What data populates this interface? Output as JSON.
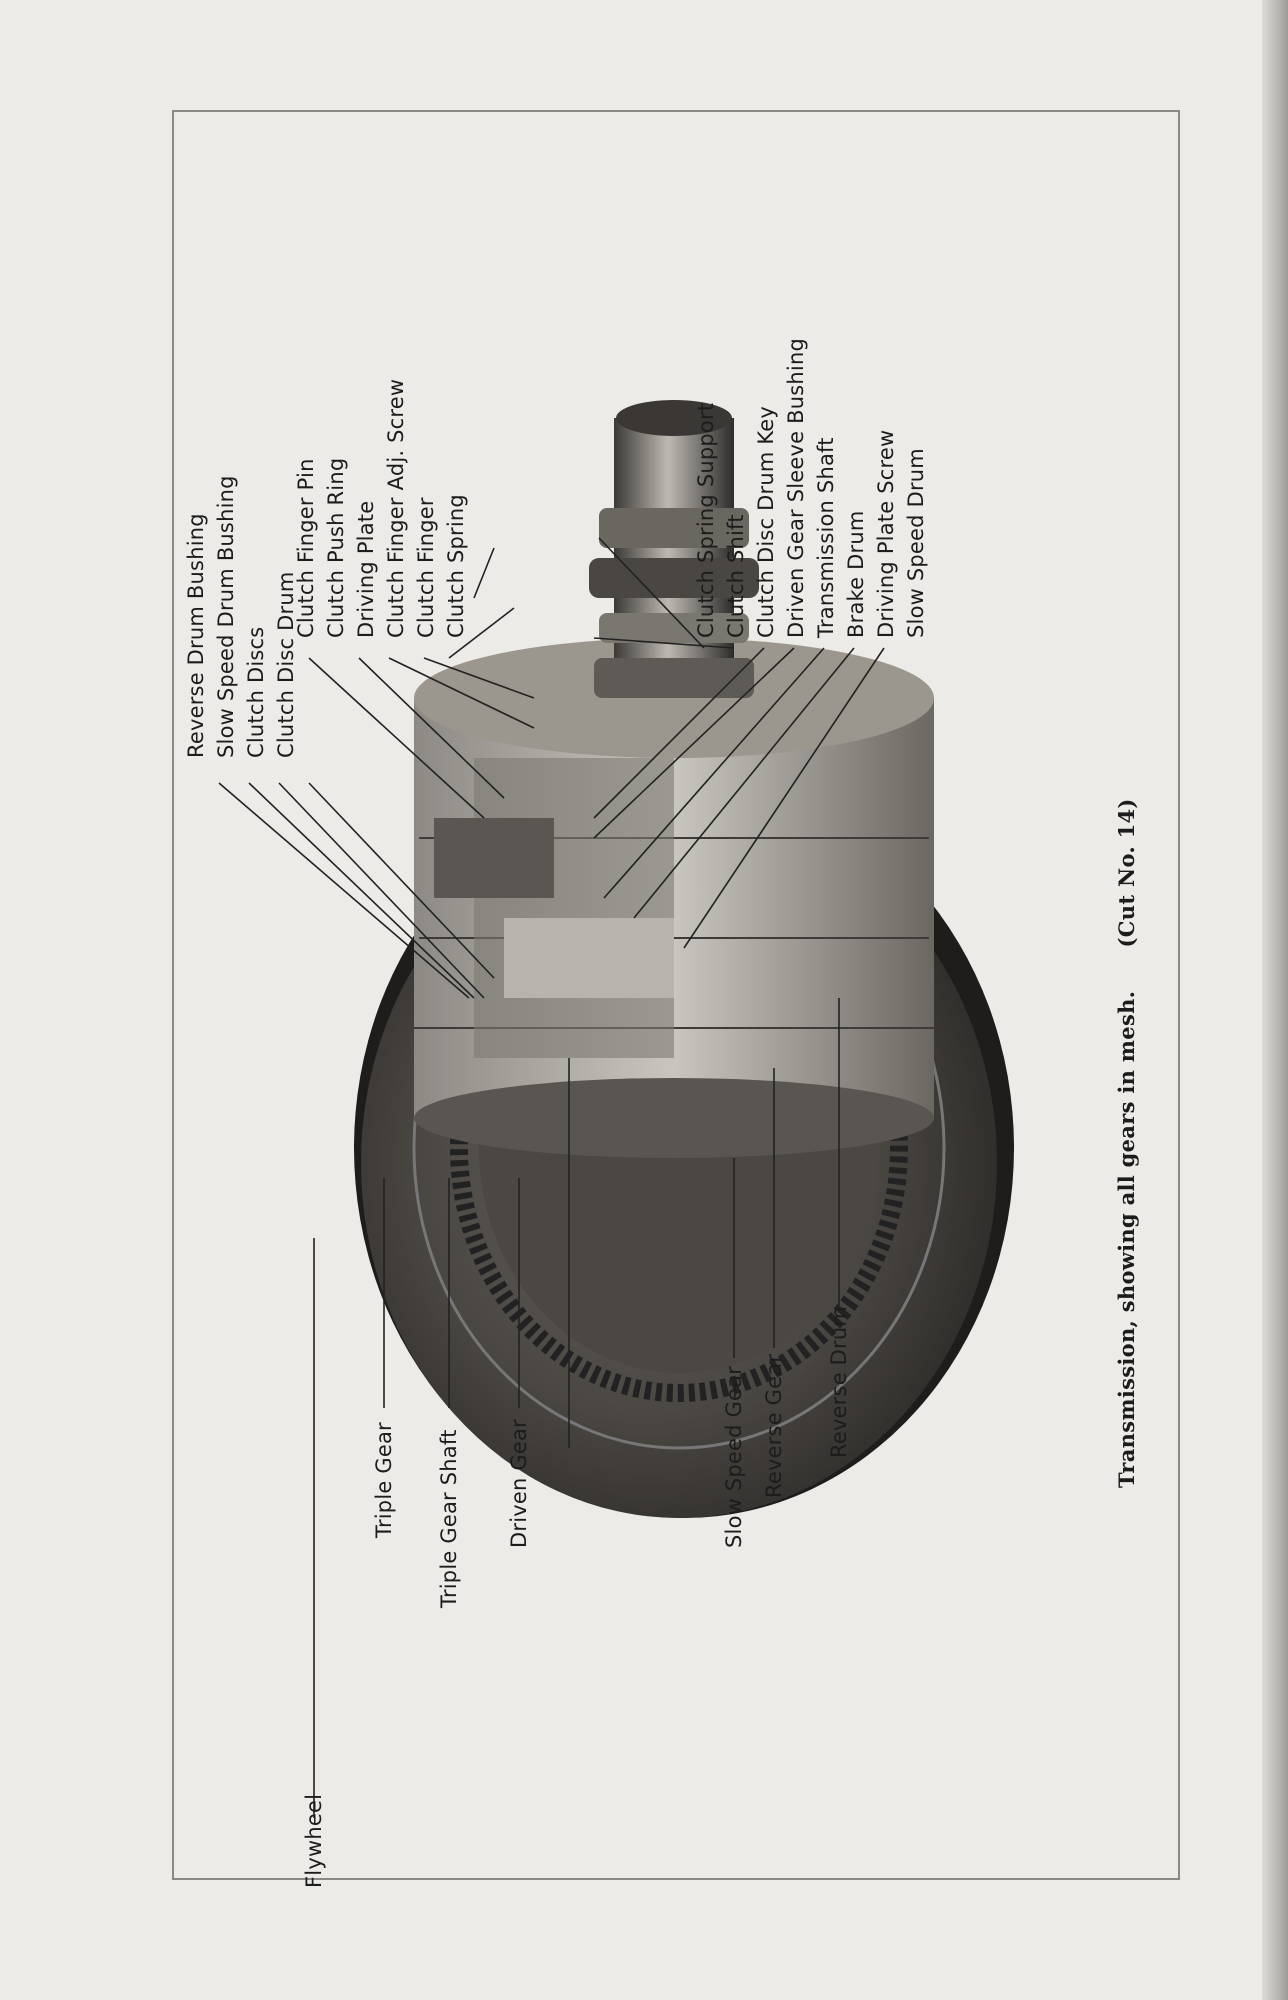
{
  "caption": {
    "text": "Transmission, showing all gears in mesh.",
    "cut": "(Cut No. 14)"
  },
  "labels": {
    "reverse_drum_bushing": "Reverse Drum Bushing",
    "slow_speed_drum_bushing": "Slow Speed Drum Bushing",
    "clutch_discs": "Clutch Discs",
    "clutch_disc_drum": "Clutch Disc Drum",
    "clutch_finger_pin": "Clutch Finger Pin",
    "clutch_push_ring": "Clutch Push Ring",
    "driving_plate": "Driving Plate",
    "clutch_finger_adj_screw": "Clutch Finger Adj. Screw",
    "clutch_finger": "Clutch Finger",
    "clutch_spring": "Clutch Spring",
    "clutch_spring_support": "Clutch Spring Support",
    "clutch_shift": "Clutch Shift",
    "clutch_disc_drum_key": "Clutch Disc Drum Key",
    "driven_gear_sleeve_bushing": "Driven Gear Sleeve Bushing",
    "transmission_shaft": "Transmission Shaft",
    "brake_drum": "Brake Drum",
    "driving_plate_screw": "Driving Plate Screw",
    "slow_speed_drum": "Slow Speed Drum",
    "flywheel": "Flywheel",
    "triple_gear": "Triple Gear",
    "triple_gear_shaft": "Triple Gear Shaft",
    "driven_gear": "Driven Gear",
    "slow_speed_gear": "Slow Speed Gear",
    "reverse_gear": "Reverse Gear",
    "reverse_drum": "Reverse Drum"
  }
}
